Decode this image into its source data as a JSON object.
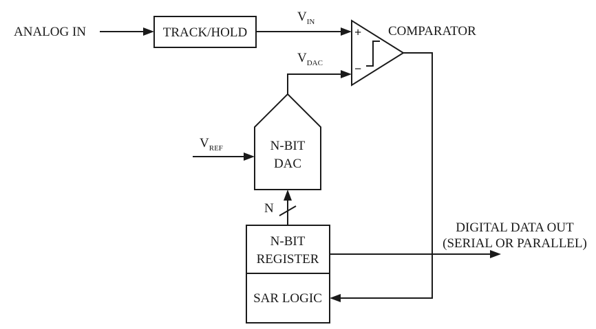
{
  "diagram": {
    "input_label": "ANALOG IN",
    "track_hold": "TRACK/HOLD",
    "vin": {
      "main": "V",
      "sub": "IN"
    },
    "vdac": {
      "main": "V",
      "sub": "DAC"
    },
    "vref": {
      "main": "V",
      "sub": "REF"
    },
    "comparator_label": "COMPARATOR",
    "plus_sign": "+",
    "minus_sign": "−",
    "dac": {
      "line1": "N-BIT",
      "line2": "DAC"
    },
    "bus_width_label": "N",
    "register": {
      "line1": "N-BIT",
      "line2": "REGISTER"
    },
    "sar_logic": "SAR LOGIC",
    "output": {
      "line1": "DIGITAL DATA OUT",
      "line2": "(SERIAL OR PARALLEL)"
    }
  }
}
